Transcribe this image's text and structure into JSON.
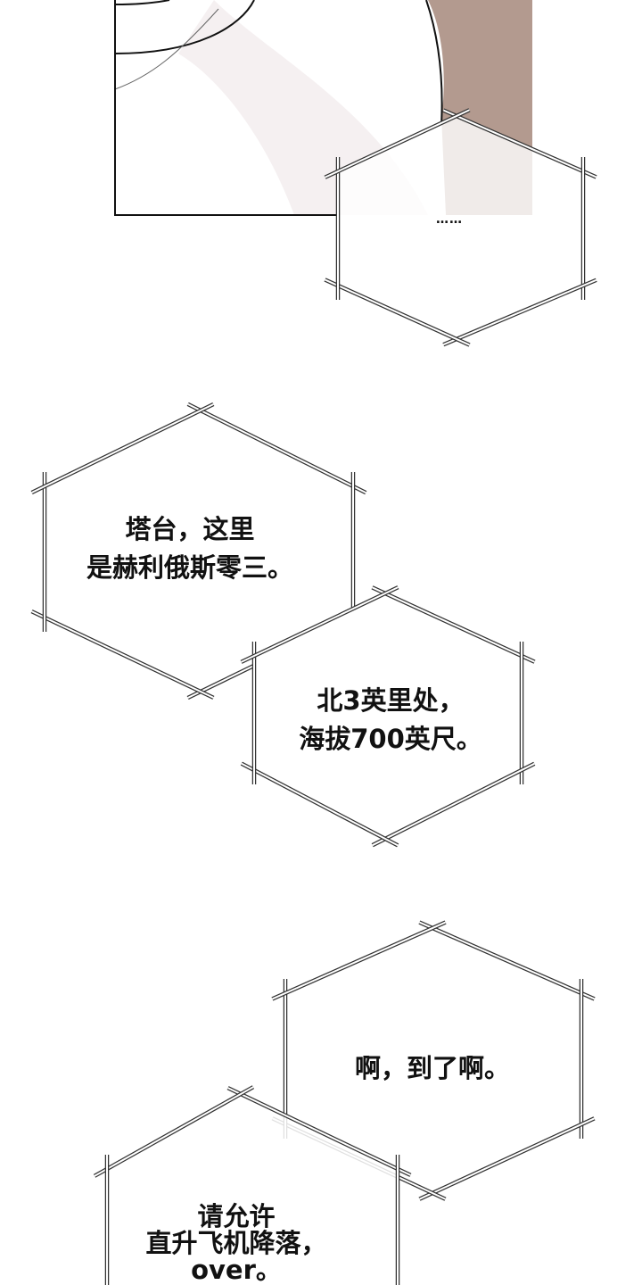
{
  "colors": {
    "panel_background": "#b39a8f",
    "line": "#333333"
  },
  "panel": {
    "ellipsis": "……"
  },
  "bubbles": [
    {
      "lines": [
        "塔台，这里",
        "是赫利俄斯零三。"
      ]
    },
    {
      "lines": [
        "北3英里处，",
        "海拔700英尺。"
      ]
    },
    {
      "lines": [
        "啊，到了啊。"
      ]
    },
    {
      "lines": [
        "请允许",
        "直升飞机降落，",
        "over。"
      ]
    }
  ]
}
